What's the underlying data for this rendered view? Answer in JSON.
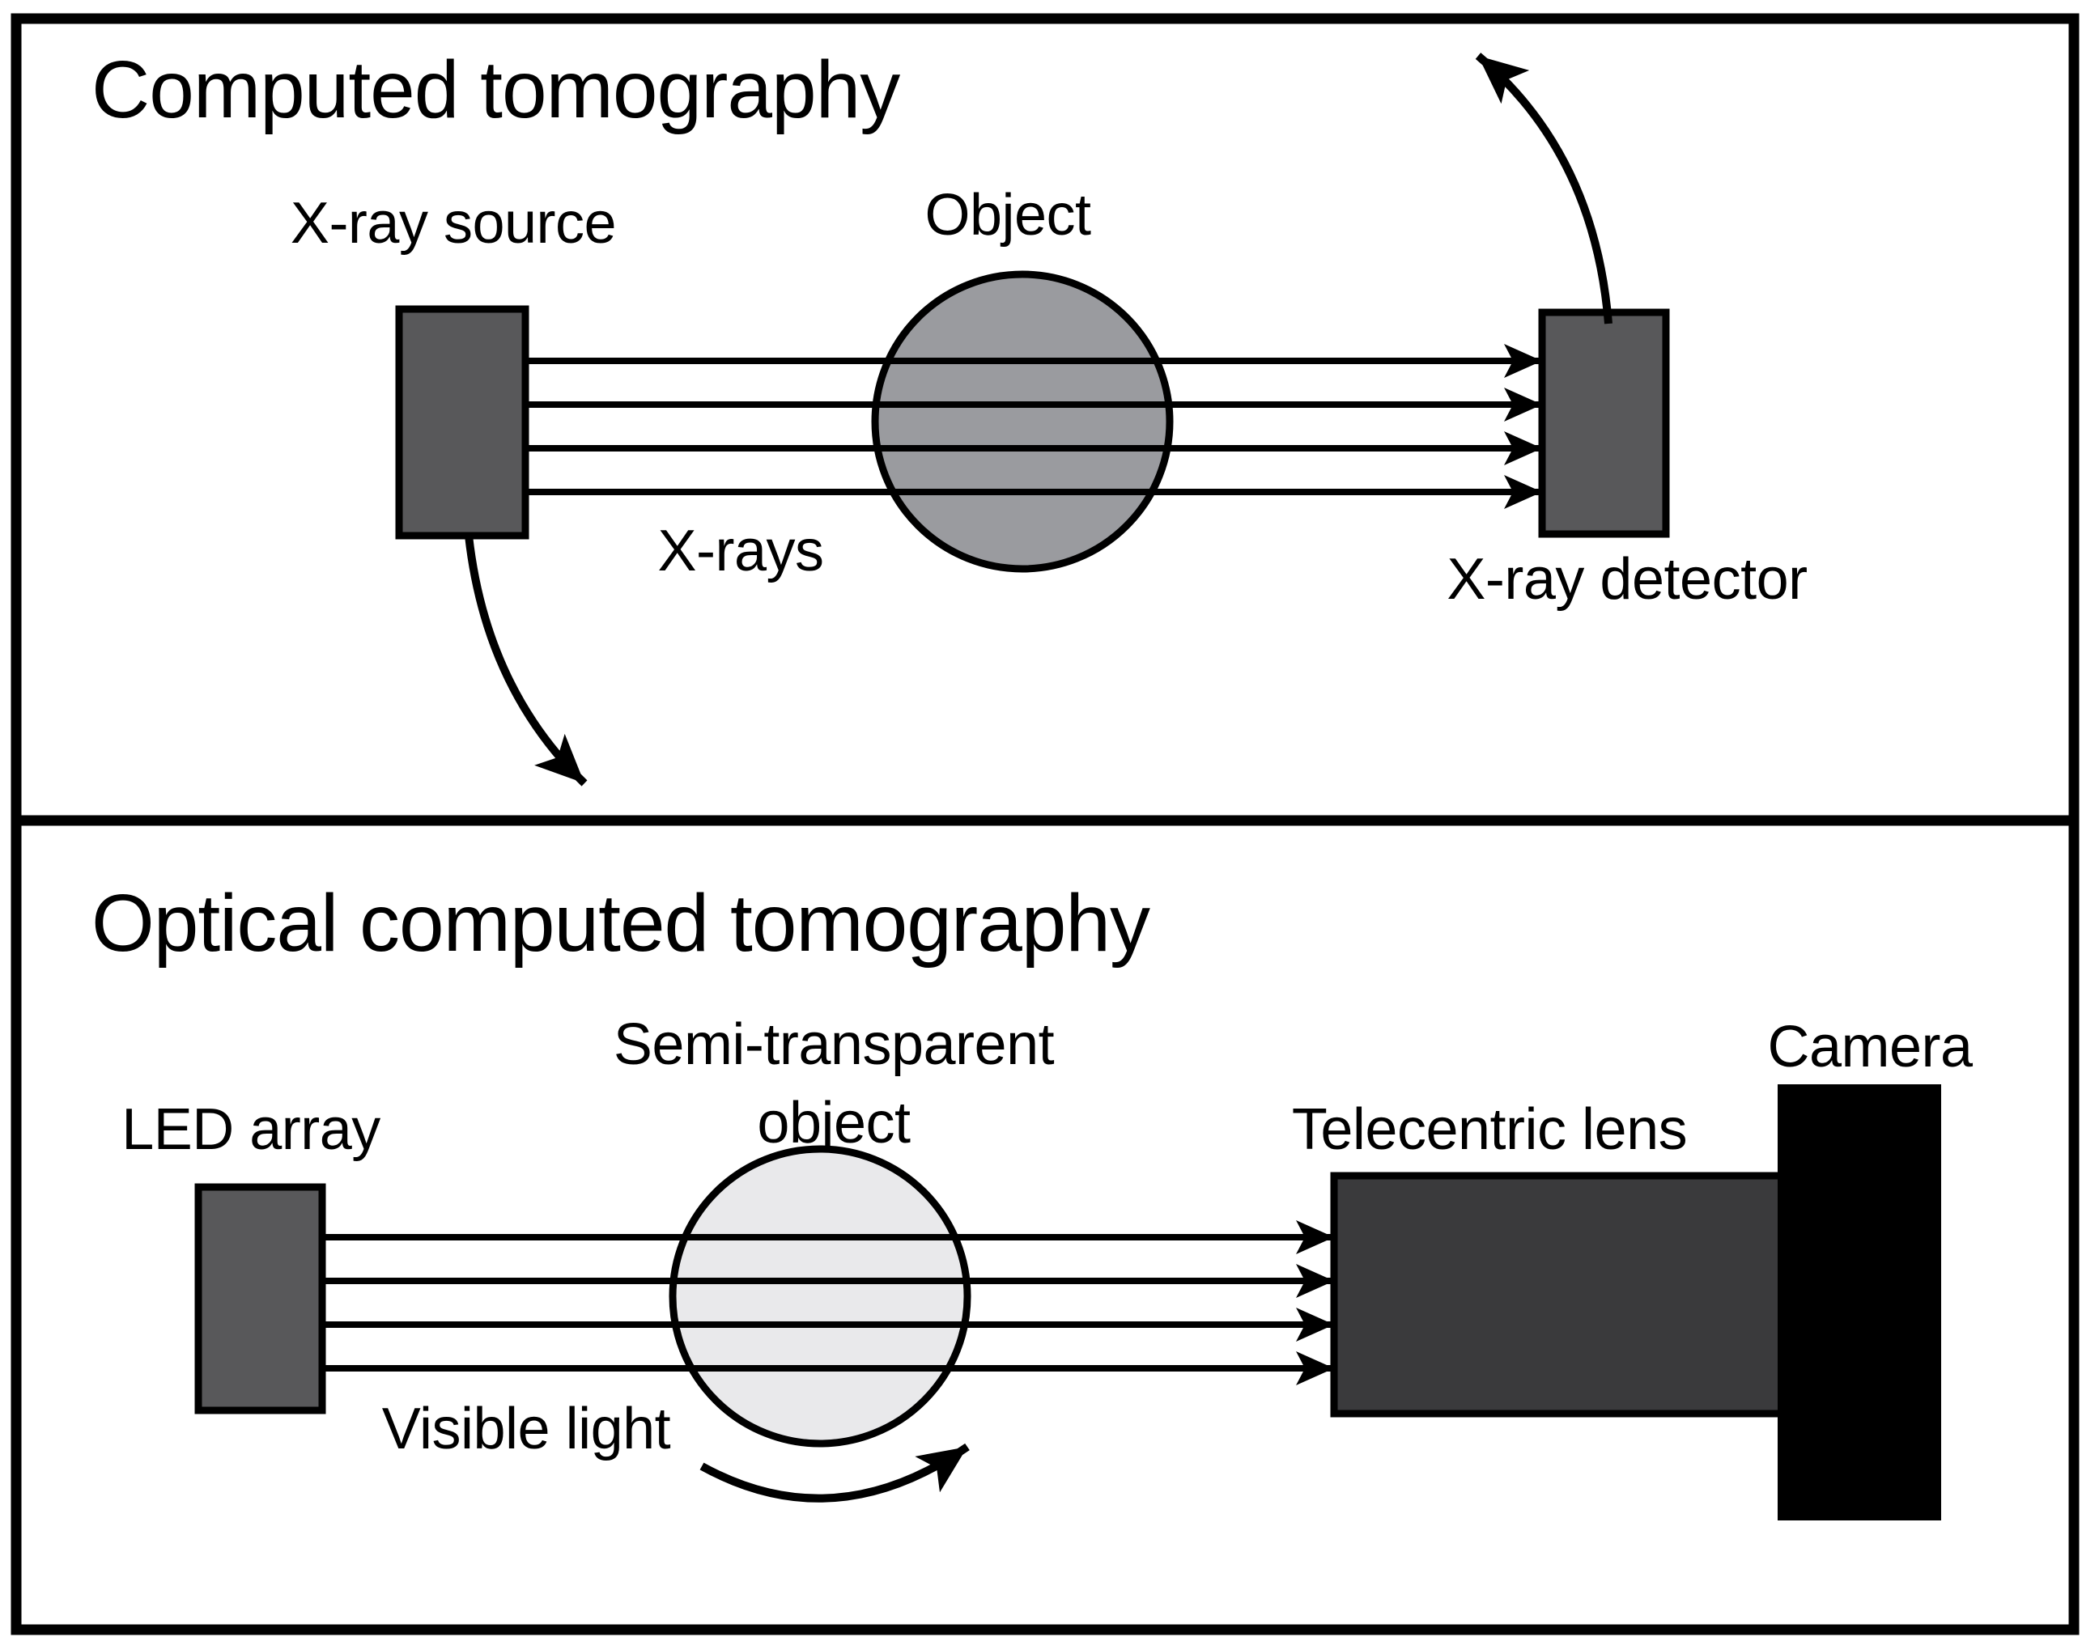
{
  "diagram": {
    "type": "comparison-schematic",
    "panels": {
      "ct": {
        "title": "Computed tomography",
        "labels": {
          "source": "X-ray source",
          "object": "Object",
          "rays": "X-rays",
          "detector": "X-ray detector"
        }
      },
      "oct": {
        "title": "Optical computed tomography",
        "labels": {
          "source": "LED array",
          "object_line1": "Semi-transparent",
          "object_line2": "object",
          "rays": "Visible light",
          "lens": "Telecentric lens",
          "camera": "Camera"
        }
      }
    }
  },
  "colors": {
    "background": "#ffffff",
    "stroke": "#000000",
    "emitter_fill": "#58585a",
    "detector_fill": "#58585a",
    "object_fill": "#9a9b9f",
    "semi_object_fill": "#e9e9eb",
    "lens_fill": "#3a3a3c",
    "camera_fill": "#000000"
  }
}
